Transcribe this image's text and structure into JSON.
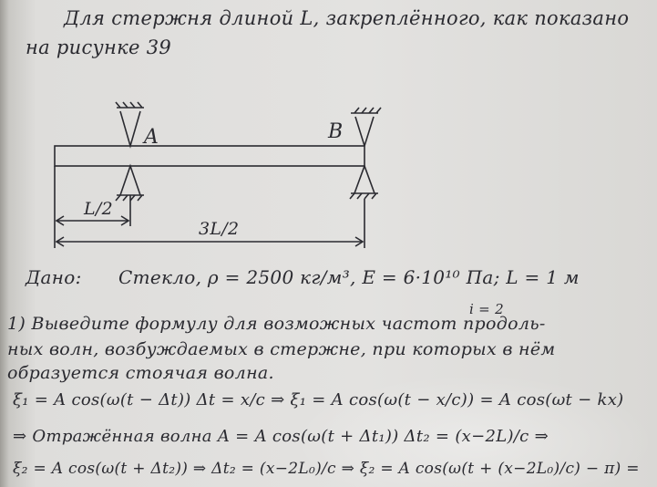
{
  "problem": {
    "line1": "Для стержня длиной L, закреплённого, как показано",
    "line2": "на рисунке 39"
  },
  "diagram": {
    "support_a": "A",
    "support_b": "B",
    "dim_short": "L/2",
    "dim_long": "3L/2"
  },
  "given": {
    "label": "Дано:",
    "text": "Стекло, ρ = 2500 кг/м³,  E = 6·10¹⁰ Па;  L = 1 м",
    "index": "i = 2"
  },
  "task": {
    "line1": "1) Выведите формулу для возможных частот продоль-",
    "line2": "ных волн, возбуждаемых в стержне, при которых в нём",
    "line3": "образуется стоячая волна."
  },
  "equations": [
    "ξ₁ = A cos(ω(t − Δt))   Δt = x/c  ⇒  ξ₁ = A cos(ω(t − x/c)) = A cos(ωt − kx)",
    "⇒ Отражённая волна   A = A cos(ω(t + Δt₁))   Δt₂ = (x−2L)/c ⇒",
    "ξ₂ = A cos(ω(t + Δt₂)) ⇒ Δt₂ = (x−2L₀)/c ⇒ ξ₂ = A cos(ω(t + (x−2L₀)/c) − π) ="
  ]
}
